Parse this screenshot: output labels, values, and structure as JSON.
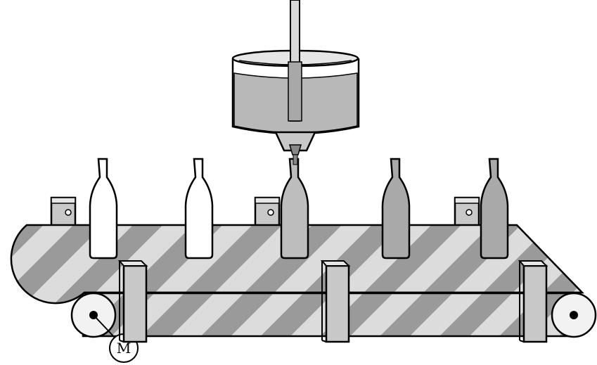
{
  "motor": {
    "label": "M"
  },
  "bottles": [
    {
      "id": "bottle-1",
      "state": "empty",
      "fill_color": "#ffffff"
    },
    {
      "id": "bottle-2",
      "state": "empty",
      "fill_color": "#ffffff"
    },
    {
      "id": "bottle-3",
      "state": "filling",
      "fill_color": "#bdbdbd"
    },
    {
      "id": "bottle-4",
      "state": "filled",
      "fill_color": "#a9a9a9"
    },
    {
      "id": "bottle-5",
      "state": "filled",
      "fill_color": "#a9a9a9"
    }
  ],
  "colors": {
    "belt_light": "#dcdcdc",
    "belt_dark": "#9a9a9a",
    "tank_liquid": "#b8b8b8",
    "tank_top": "#e6e6e6",
    "bracket": "#c8c8c8",
    "roller": "#f2f2f2"
  }
}
